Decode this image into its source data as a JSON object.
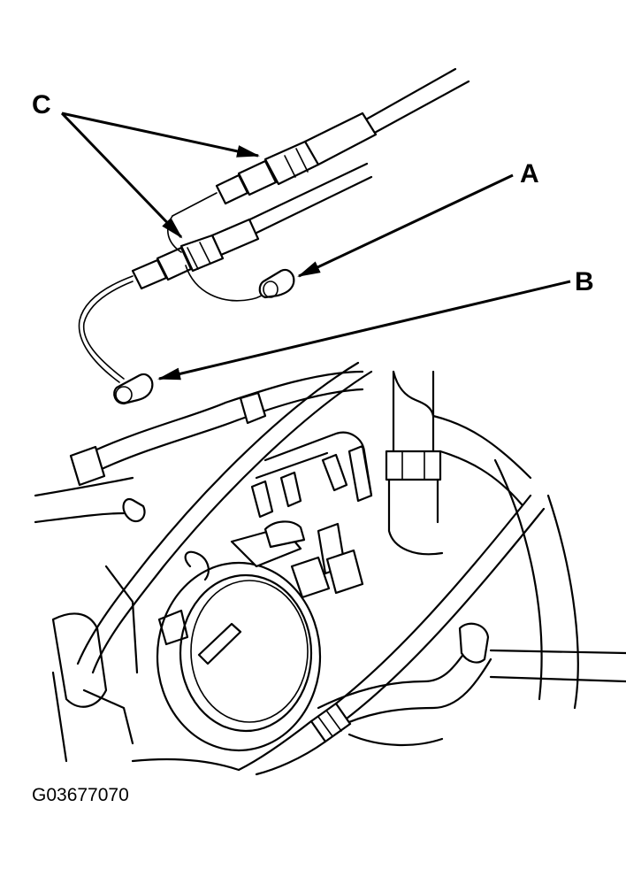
{
  "labels": {
    "a": "A",
    "b": "B",
    "c": "C"
  },
  "figure_id": "G03677070",
  "colors": {
    "line": "#000000",
    "background": "#ffffff"
  }
}
